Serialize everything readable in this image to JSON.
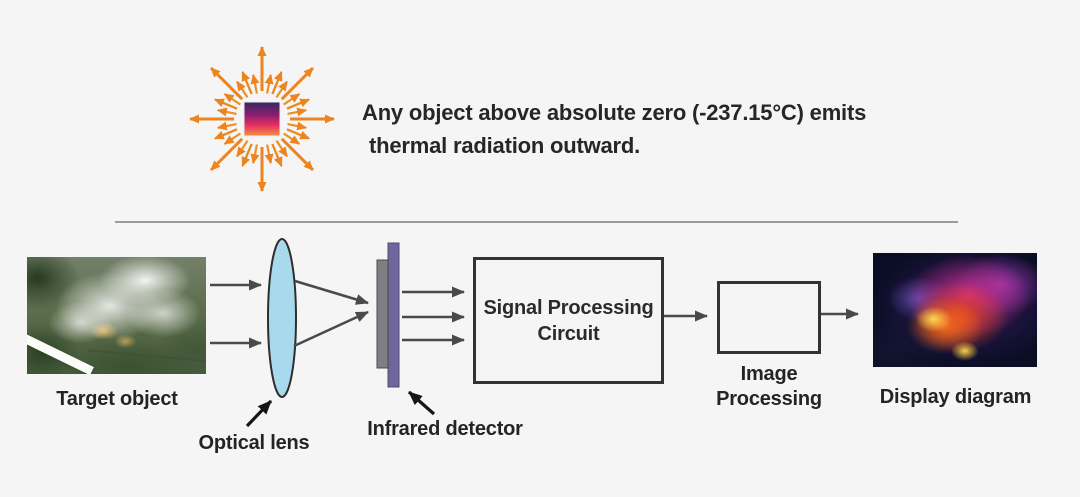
{
  "header": {
    "lines": [
      "Any object above absolute zero (-237.15°C) emits",
      "thermal radiation outward."
    ]
  },
  "flow": {
    "target_label": "Target object",
    "lens_label": "Optical lens",
    "detector_label": "Infrared detector",
    "signal_box_lines": [
      "Signal Processing",
      "Circuit"
    ],
    "image_box_lines": [
      "Image",
      "Processing"
    ],
    "display_label": "Display diagram"
  },
  "icons": {
    "thermal_radiation": "radiating-arrows-square",
    "pointer_arrows": "black-annotation-arrow"
  },
  "colors": {
    "background": "#F5F5F6",
    "ray_orange": "#EC8420",
    "square_gradient_top": "#352763",
    "square_gradient_mid": "#E62E62",
    "square_gradient_bottom": "#F79243",
    "lens_blue": "#A9D9EC",
    "detector_gray": "#7E7E84",
    "detector_purple": "#6E679E",
    "arrow_gray": "#4A4A4A",
    "box_border": "#333333",
    "divider_gray": "#9B9B9B",
    "text_dark": "#2B2B2B"
  }
}
